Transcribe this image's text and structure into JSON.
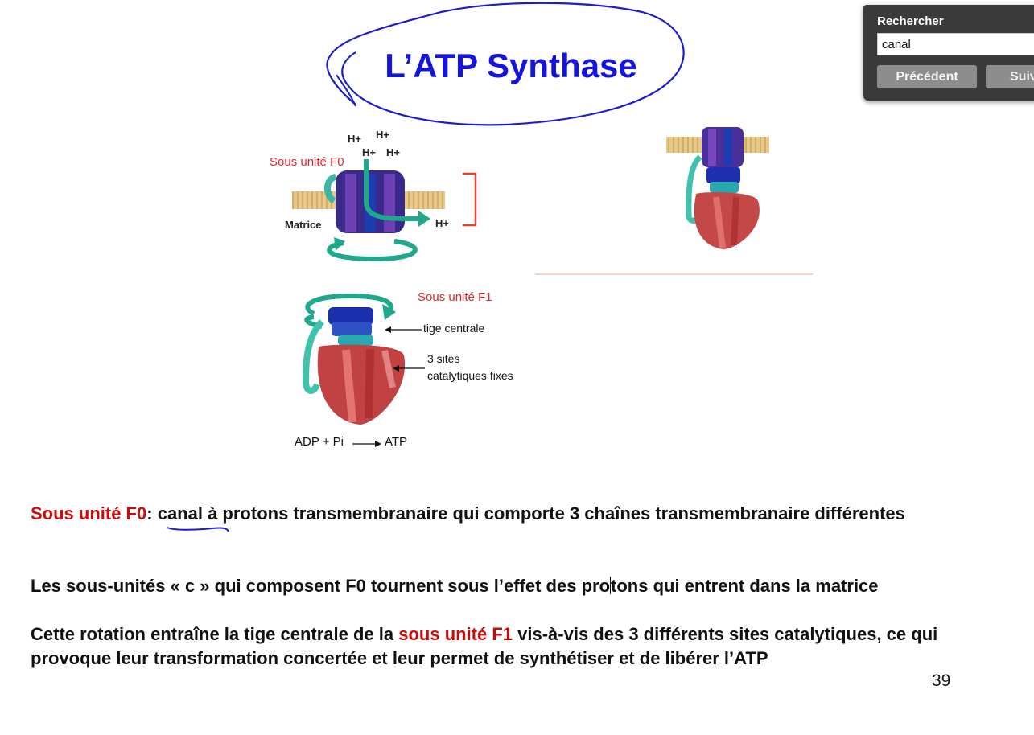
{
  "slide": {
    "title": "L’ATP Synthase",
    "page_number": "39"
  },
  "figure_f0": {
    "labels": {
      "sous_unite_f0": "Sous unité F0",
      "matrice": "Matrice",
      "proton": "H+"
    }
  },
  "figure_f1": {
    "labels": {
      "sous_unite_f1": "Sous unité F1",
      "tige_centrale": "tige centrale",
      "sites_line1": "3 sites",
      "sites_line2": "catalytiques fixes",
      "reaction_left": "ADP + Pi",
      "reaction_right": "ATP"
    }
  },
  "paragraphs": {
    "p1": {
      "red_lead": "Sous unité F0",
      "colon": ": ",
      "highlight": "canal",
      "rest": " à protons transmembranaire qui comporte 3 chaînes transmembranaire différentes"
    },
    "p2": {
      "before_caret": "Les sous-unités « c » qui composent F0 tournent sous l’effet des pro",
      "after_caret": "tons qui entrent dans la matrice"
    },
    "p3": {
      "part1": "Cette rotation entraîne la tige centrale de la ",
      "red": "sous unité F1",
      "part2": " vis-à-vis des 3 différents sites catalytiques, ce qui provoque leur transformation concertée et leur permet de synthétiser et de libérer l’ATP"
    }
  },
  "search": {
    "heading": "Rechercher",
    "query": "canal",
    "prev_label": "Précédent",
    "next_label": "Suiv"
  },
  "colors": {
    "title_blue": "#1414dc",
    "red_label": "#cc0a0a",
    "teal_arrow": "#1fa88c",
    "panel_bg": "#3a3a3a"
  }
}
